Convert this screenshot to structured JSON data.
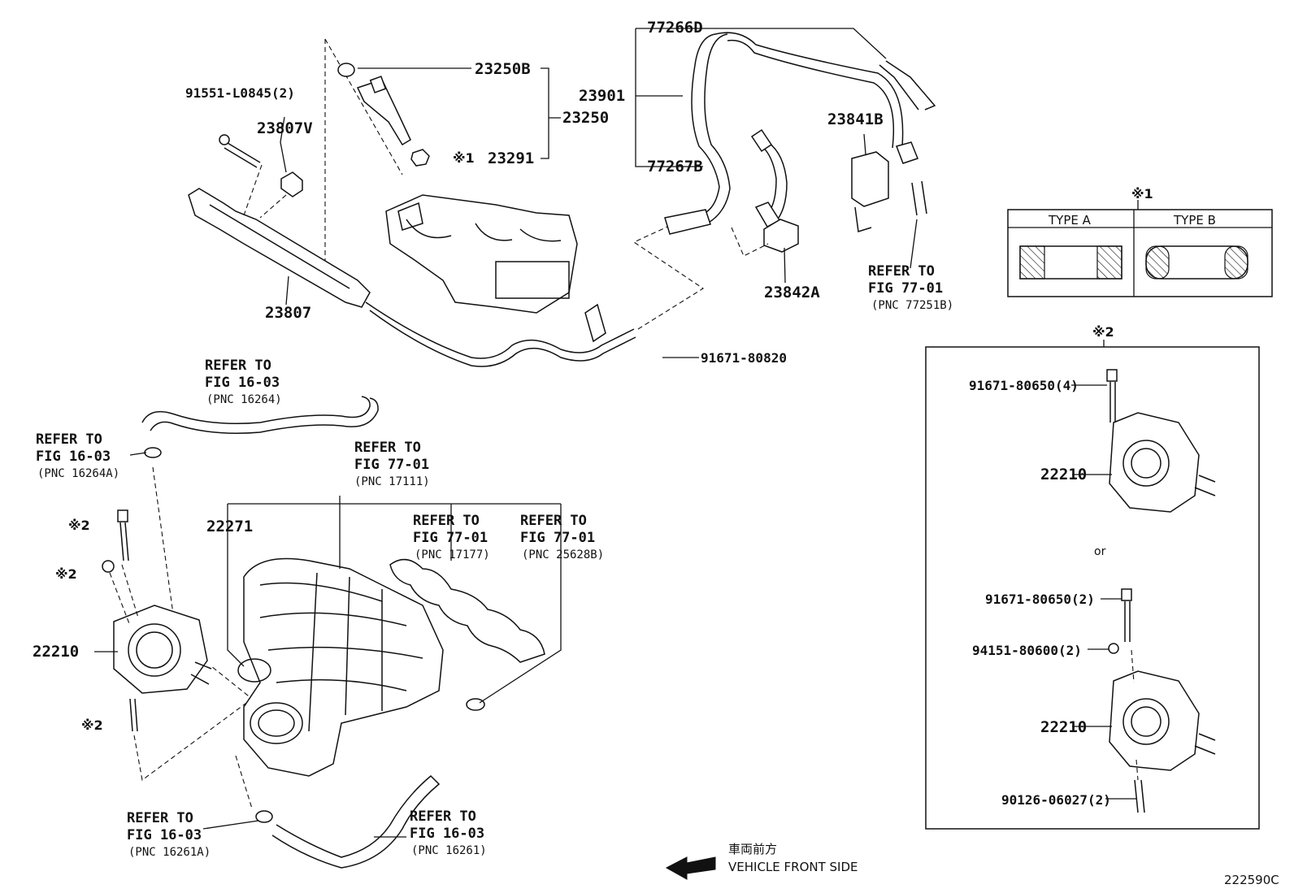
{
  "diagram_id": "222590C",
  "direction": {
    "jp": "車両前方",
    "en": "VEHICLE FRONT SIDE"
  },
  "or_text": "or",
  "parts": {
    "p77266D": "77266D",
    "p23901": "23901",
    "p77267B": "77267B",
    "p23841B": "23841B",
    "p23842A": "23842A",
    "p91551": "91551-L0845(2)",
    "p23807V": "23807V",
    "p23807": "23807",
    "p23250B": "23250B",
    "p23250": "23250",
    "p23291": "23291",
    "p23291_mark": "※1",
    "p91671_80820": "91671-80820",
    "p22271": "22271",
    "p22210_left": "22210",
    "p22210_box1": "22210",
    "p22210_box2": "22210",
    "p91671_80650_4": "91671-80650(4)",
    "p91671_80650_2": "91671-80650(2)",
    "p94151_80600_2": "94151-80600(2)",
    "p90126_06027_2": "90126-06027(2)"
  },
  "marks": {
    "m2_bolt": "※2",
    "m2_nut": "※2",
    "m2_stud": "※2",
    "m2_box": "※2",
    "m1_box": "※1"
  },
  "type_box": {
    "type_a": "TYPE A",
    "type_b": "TYPE B"
  },
  "refs": {
    "r77251B": {
      "line1": "REFER TO",
      "line2": "FIG 77-01",
      "pnc": "(PNC 77251B)"
    },
    "r16264": {
      "line1": "REFER TO",
      "line2": "FIG 16-03",
      "pnc": "(PNC 16264)"
    },
    "r16264A": {
      "line1": "REFER TO",
      "line2": "FIG 16-03",
      "pnc": "(PNC 16264A)"
    },
    "r17111": {
      "line1": "REFER TO",
      "line2": "FIG 77-01",
      "pnc": "(PNC 17111)"
    },
    "r17177": {
      "line1": "REFER TO",
      "line2": "FIG 77-01",
      "pnc": "(PNC 17177)"
    },
    "r25628B": {
      "line1": "REFER TO",
      "line2": "FIG 77-01",
      "pnc": "(PNC 25628B)"
    },
    "r16261A": {
      "line1": "REFER TO",
      "line2": "FIG 16-03",
      "pnc": "(PNC 16261A)"
    },
    "r16261": {
      "line1": "REFER TO",
      "line2": "FIG 16-03",
      "pnc": "(PNC 16261)"
    }
  }
}
